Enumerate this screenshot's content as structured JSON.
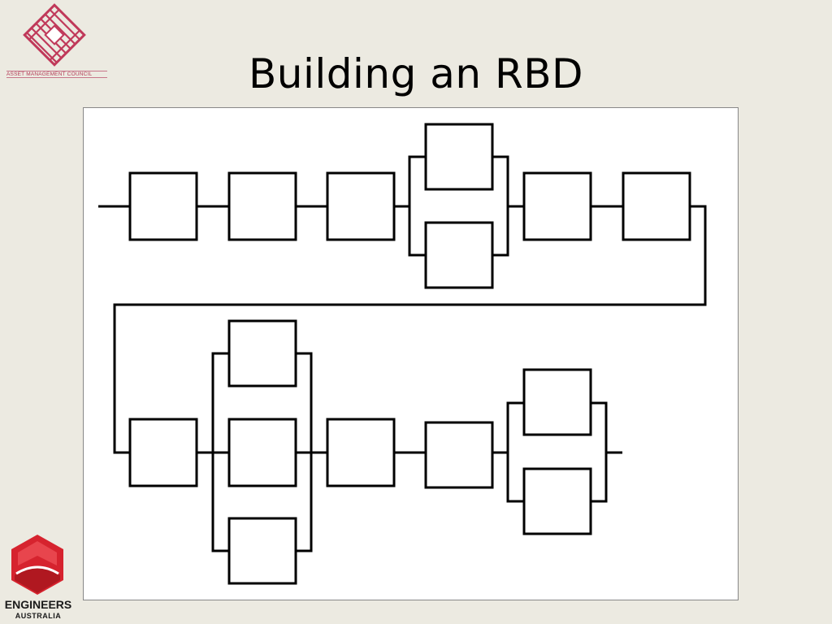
{
  "slide": {
    "title": "Building an RBD"
  },
  "logos": {
    "top_left": {
      "caption": "ASSET MANAGEMENT COUNCIL",
      "color": "#C0395A"
    },
    "bottom_left": {
      "line1": "ENGINEERS",
      "line2": "AUSTRALIA",
      "color": "#D6232E"
    }
  },
  "diagram": {
    "background": "#ffffff",
    "line_color": "#000000",
    "rows": [
      {
        "row": "top",
        "stages": [
          {
            "type": "block",
            "parallel": 1
          },
          {
            "type": "block",
            "parallel": 1
          },
          {
            "type": "block",
            "parallel": 1
          },
          {
            "type": "parallel",
            "parallel": 2
          },
          {
            "type": "block",
            "parallel": 1
          },
          {
            "type": "block",
            "parallel": 1
          }
        ]
      },
      {
        "row": "bottom",
        "stages": [
          {
            "type": "block",
            "parallel": 1
          },
          {
            "type": "parallel",
            "parallel": 3
          },
          {
            "type": "block",
            "parallel": 1
          },
          {
            "type": "block",
            "parallel": 1
          },
          {
            "type": "parallel",
            "parallel": 2
          }
        ]
      }
    ]
  }
}
